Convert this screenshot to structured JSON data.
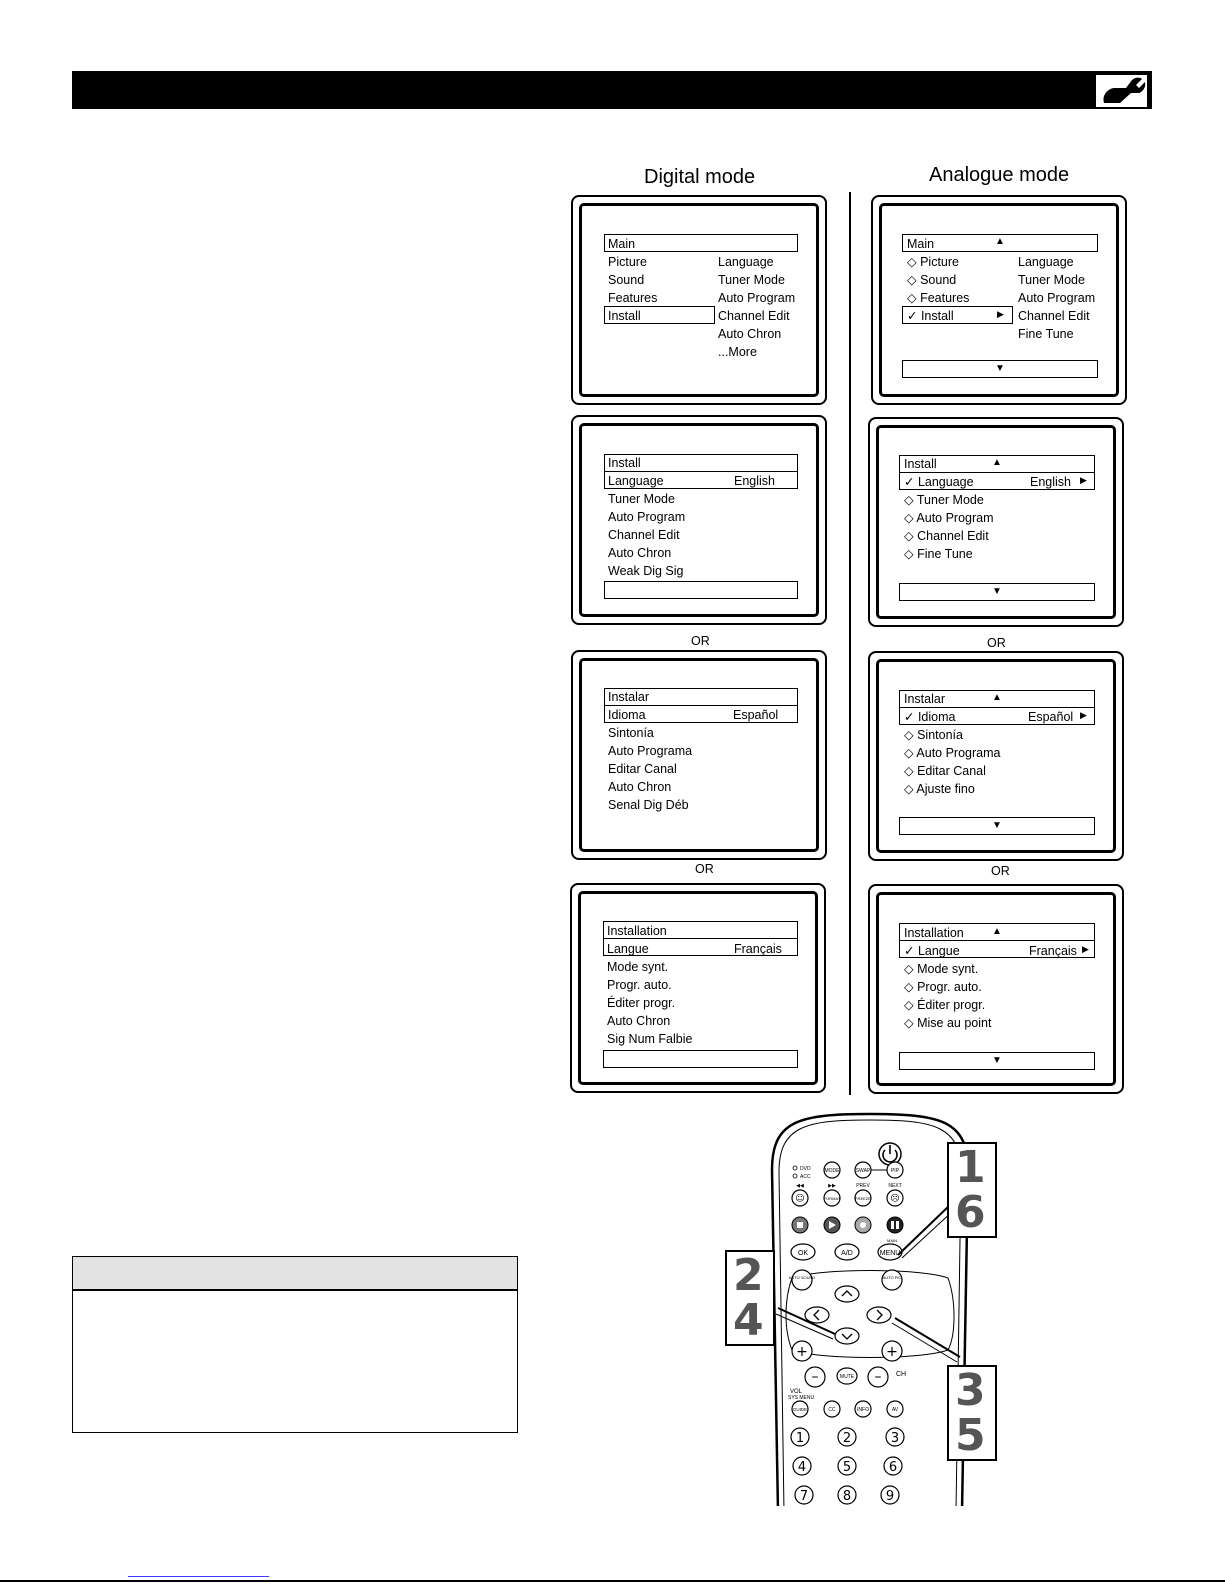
{
  "headings": {
    "digital": "Digital mode",
    "analogue": "Analogue mode"
  },
  "or_label": "OR",
  "screens": {
    "d1": {
      "title": "Main",
      "left": [
        "Picture",
        "Sound",
        "Features",
        "Install"
      ],
      "right": [
        "Language",
        "Tuner Mode",
        "Auto Program",
        "Channel Edit",
        "Auto Chron",
        "...More"
      ]
    },
    "a1": {
      "title": "Main",
      "left": [
        "Picture",
        "Sound",
        "Features",
        "Install"
      ],
      "right": [
        "Language",
        "Tuner Mode",
        "Auto Program",
        "Channel Edit",
        "Fine Tune"
      ]
    },
    "d2": {
      "title": "Install",
      "sel_label": "Language",
      "sel_value": "English",
      "items": [
        "Tuner Mode",
        "Auto Program",
        "Channel Edit",
        "Auto Chron",
        "Weak Dig Sig"
      ]
    },
    "a2": {
      "title": "Install",
      "sel_label": "Language",
      "sel_value": "English",
      "items": [
        "Tuner Mode",
        "Auto Program",
        "Channel Edit",
        "Fine Tune"
      ]
    },
    "d3": {
      "title": "Instalar",
      "sel_label": "Idioma",
      "sel_value": "Español",
      "items": [
        "Sintonía",
        "Auto Programa",
        "Editar Canal",
        "Auto Chron",
        "Senal Dig Déb"
      ]
    },
    "a3": {
      "title": "Instalar",
      "sel_label": "Idioma",
      "sel_value": "Español",
      "items": [
        "Sintonía",
        "Auto Programa",
        "Editar Canal",
        "Ajuste fino"
      ]
    },
    "d4": {
      "title": "Installation",
      "sel_label": "Langue",
      "sel_value": "Français",
      "items": [
        "Mode synt.",
        "Progr.  auto.",
        "Éditer progr.",
        "Auto Chron",
        "Sig Num Falbie"
      ]
    },
    "a4": {
      "title": "Installation",
      "sel_label": "Langue",
      "sel_value": "Français",
      "items": [
        "Mode synt.",
        "Progr.  auto.",
        "Éditer progr.",
        "Mise au point"
      ]
    }
  },
  "remote": {
    "small_labels": {
      "dvd": "DVD",
      "acc": "ACC",
      "rew": "◀◀",
      "ffw": "▶▶",
      "prev": "PREV",
      "next": "NEXT",
      "main": "MAIN",
      "sys_menu": "SYS MENU",
      "vol": "VOL",
      "ch": "CH"
    },
    "row1": [
      "MODE",
      "SWAP",
      "PIP"
    ],
    "row2": [
      "☺",
      "FORMAT",
      "FREEZE",
      "☹"
    ],
    "row4": [
      "OK",
      "A/D",
      "MENU"
    ],
    "auto_sound": "AUTO SOUND",
    "auto_pic": "AUTO PIC",
    "mute": "MUTE",
    "row_guide": [
      "GUIDE",
      "CC",
      "INFO",
      "AV"
    ],
    "numbers": [
      "1",
      "2",
      "3",
      "4",
      "5",
      "6",
      "7",
      "8",
      "9"
    ]
  },
  "steps": {
    "a": "1",
    "b": "6",
    "c": "2",
    "d": "4",
    "e": "3",
    "f": "5"
  }
}
